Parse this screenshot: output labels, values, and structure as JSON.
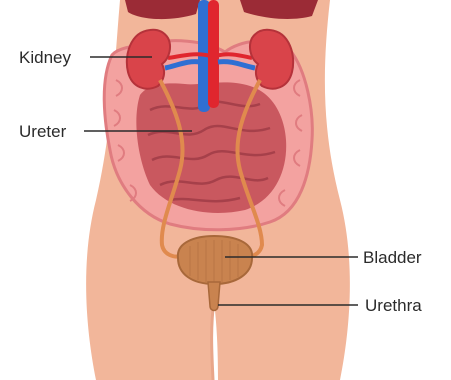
{
  "labels": {
    "kidney": "Kidney",
    "ureter": "Ureter",
    "bladder": "Bladder",
    "urethra": "Urethra"
  },
  "colors": {
    "background": "#ffffff",
    "skin": "#f2b69a",
    "skin_shade": "#e8a68a",
    "intestine": "#f08b8b",
    "intestine_dark": "#c7555e",
    "kidney": "#d9444a",
    "kidney_dark": "#b5323a",
    "artery": "#e0262e",
    "vein": "#2f6fd3",
    "ureter": "#e08a4e",
    "bladder": "#c9834f",
    "label_text": "#2b2b2b",
    "leader_line": "#2b2b2b"
  }
}
